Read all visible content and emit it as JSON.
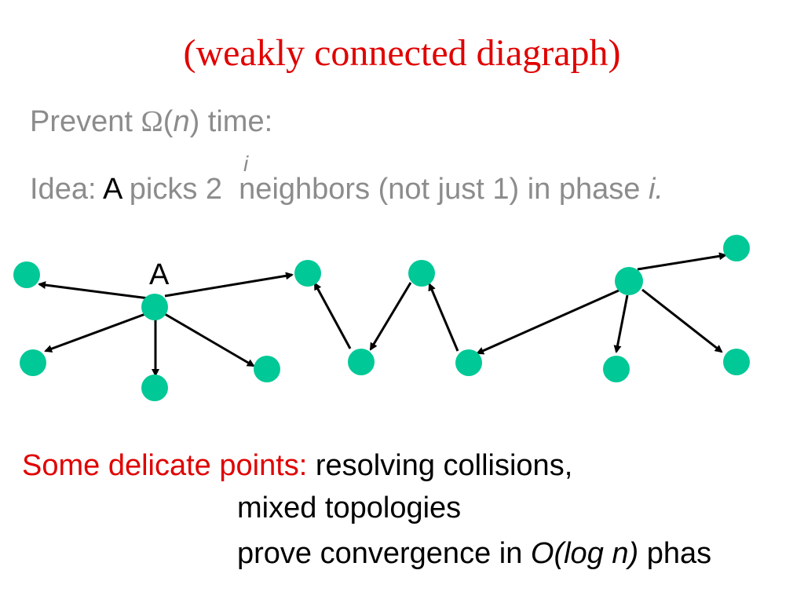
{
  "title": "(weakly connected diagraph)",
  "line1": {
    "prefix": "Prevent ",
    "omega": "Ω",
    "open": "(",
    "n": "n",
    "close": ")",
    "suffix": " time:"
  },
  "line2": {
    "idea": "Idea: ",
    "A": "A",
    "picks": " picks 2",
    "exp": "i",
    "rest": "  neighbors (not just 1) in phase ",
    "phase": "i."
  },
  "diagram": {
    "node_label_A": "A",
    "node_color": "#00c896",
    "edge_color": "#000000"
  },
  "bottom": {
    "label": "Some delicate points:",
    "item1": " resolving collisions,",
    "item2": "mixed topologies",
    "item3_pre": "prove convergence in ",
    "item3_em": "O(log n)",
    "item3_post": " phas"
  },
  "colors": {
    "title": "#e00000",
    "text_gray": "#8c8c8c",
    "text_black": "#000000",
    "accent_red": "#e00000"
  }
}
